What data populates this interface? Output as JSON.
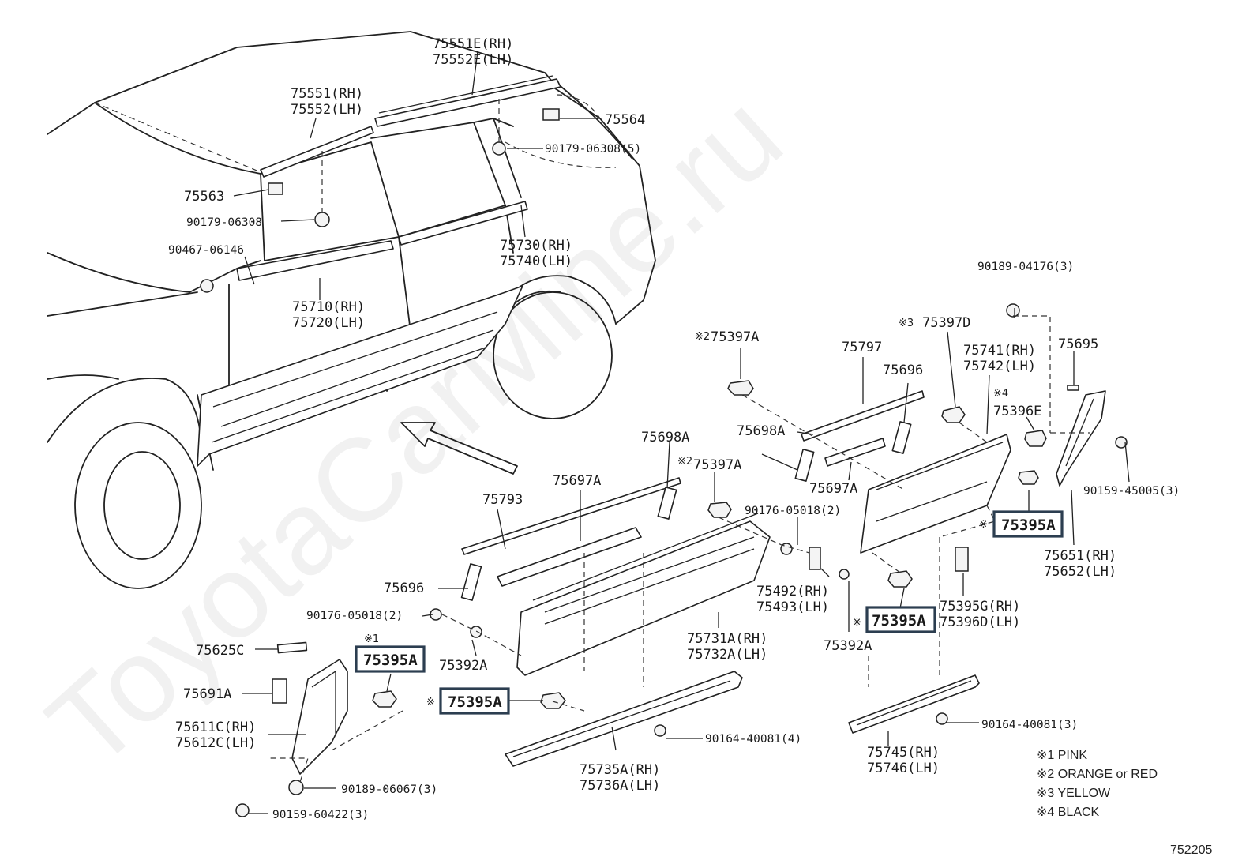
{
  "watermark": "ToyotaCarMine.ru",
  "diagram_code": "752205",
  "highlight_color": "#2c3e50",
  "parts": {
    "p75551E": "75551E(RH)",
    "p75552E": "75552E(LH)",
    "p75551": "75551(RH)",
    "p75552": "75552(LH)",
    "p75564": "75564",
    "p90179_5": "90179-06308(5)",
    "p75563": "75563",
    "p90179": "90179-06308",
    "p75730": "75730(RH)",
    "p75740": "75740(LH)",
    "p90467": "90467-06146",
    "p75710": "75710(RH)",
    "p75720": "75720(LH)",
    "p90189_04176": "90189-04176(3)",
    "p75397A_top": "75397A",
    "p75797": "75797",
    "p75397D": "75397D",
    "p75741": "75741(RH)",
    "p75742": "75742(LH)",
    "p75695": "75695",
    "p75696_r": "75696",
    "p75396E": "75396E",
    "p75698A_r": "75698A",
    "p75697A_r": "75697A",
    "p90159_45005": "90159-45005(3)",
    "p75698A_m": "75698A",
    "p75397A_mid": "75397A",
    "p75697A_m": "75697A",
    "p75793": "75793",
    "p90176_r": "90176-05018(2)",
    "p75395A_r": "75395A",
    "p75651": "75651(RH)",
    "p75652": "75652(LH)",
    "p75696_l": "75696",
    "p75492": "75492(RH)",
    "p75493": "75493(LH)",
    "p75395A_c": "75395A",
    "p75395G": "75395G(RH)",
    "p75396D": "75396D(LH)",
    "p90176_l": "90176-05018(2)",
    "p75731A": "75731A(RH)",
    "p75732A": "75732A(LH)",
    "p75392A_r": "75392A",
    "p75625C": "75625C",
    "p75395A_l": "75395A",
    "p75392A_l": "75392A",
    "p75691A": "75691A",
    "p75395A_m": "75395A",
    "p75611C": "75611C(RH)",
    "p75612C": "75612C(LH)",
    "p90164_l": "90164-40081(4)",
    "p90164_r": "90164-40081(3)",
    "p75745": "75745(RH)",
    "p75746": "75746(LH)",
    "p75735A": "75735A(RH)",
    "p75736A": "75736A(LH)",
    "p90189_06067": "90189-06067(3)",
    "p90159_60422": "90159-60422(3)"
  },
  "marks": {
    "m1": "※1",
    "m2": "※2",
    "m3": "※3",
    "m4": "※4",
    "ref": "※"
  },
  "legend": [
    "※1 PINK",
    "※2 ORANGE or RED",
    "※3 YELLOW",
    "※4 BLACK"
  ]
}
